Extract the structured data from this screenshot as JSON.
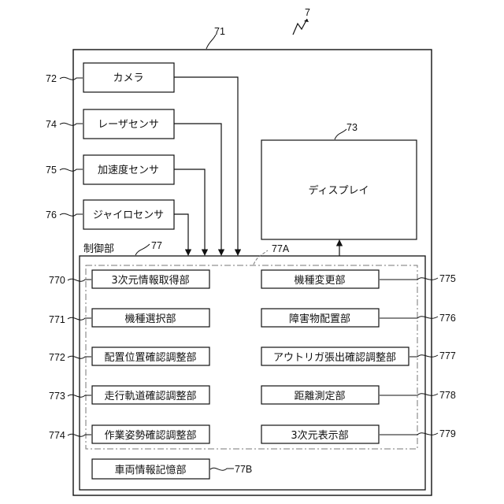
{
  "figure_ref": "7",
  "device": {
    "ref": "71",
    "sensors": [
      {
        "ref": "72",
        "label": "カメラ"
      },
      {
        "ref": "74",
        "label": "レーザセンサ"
      },
      {
        "ref": "75",
        "label": "加速度センサ"
      },
      {
        "ref": "76",
        "label": "ジャイロセンサ"
      }
    ],
    "display": {
      "ref": "73",
      "label": "ディスプレイ"
    },
    "controller": {
      "ref": "77",
      "label": "制御部",
      "processing_ref": "77A",
      "left_units": [
        {
          "ref": "770",
          "label": "3次元情報取得部"
        },
        {
          "ref": "771",
          "label": "機種選択部"
        },
        {
          "ref": "772",
          "label": "配置位置確認調整部"
        },
        {
          "ref": "773",
          "label": "走行軌道確認調整部"
        },
        {
          "ref": "774",
          "label": "作業姿勢確認調整部"
        }
      ],
      "right_units": [
        {
          "ref": "775",
          "label": "機種変更部"
        },
        {
          "ref": "776",
          "label": "障害物配置部"
        },
        {
          "ref": "777",
          "label": "アウトリガ張出確認調整部"
        },
        {
          "ref": "778",
          "label": "距離測定部"
        },
        {
          "ref": "779",
          "label": "3次元表示部"
        }
      ],
      "storage": {
        "ref": "77B",
        "label": "車両情報記憶部"
      }
    }
  }
}
